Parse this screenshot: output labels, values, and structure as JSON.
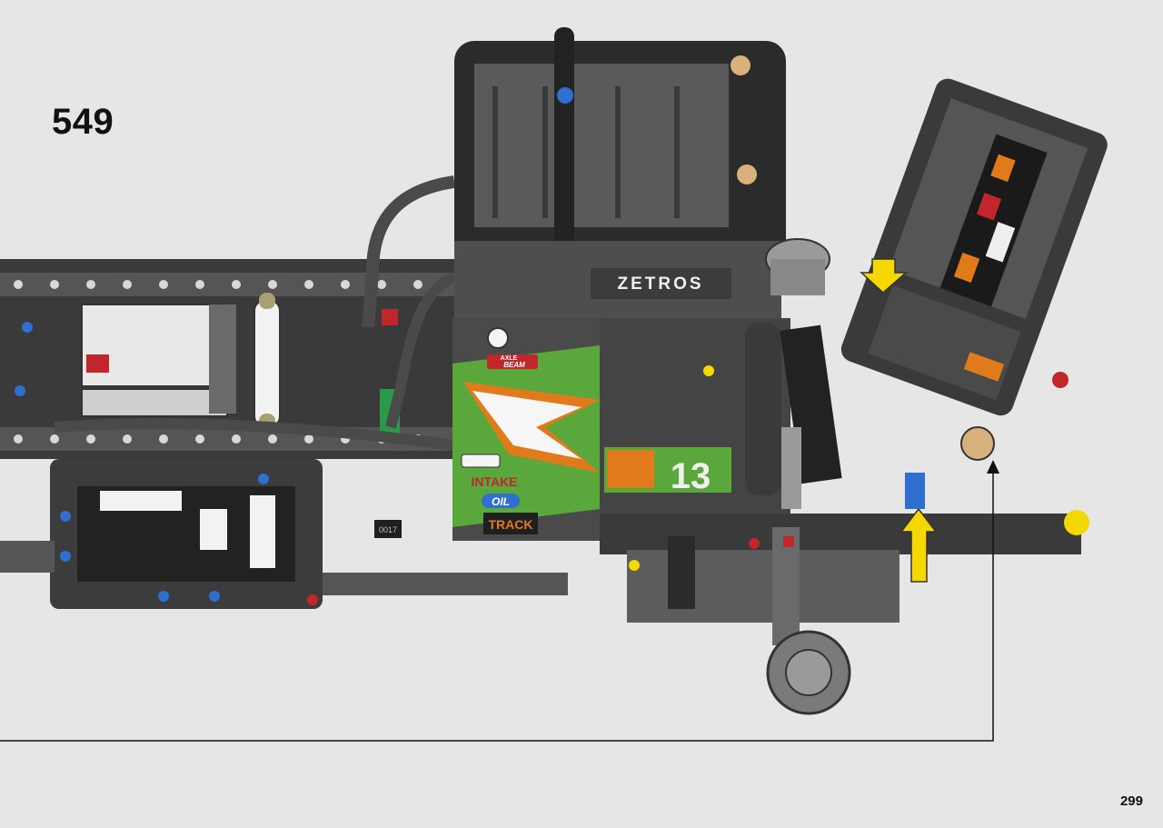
{
  "step": {
    "number": "549"
  },
  "page": {
    "number": "299"
  },
  "model": {
    "nameplate": "ZETROS",
    "sticker_texts": [
      "AXLE",
      "BEAM",
      "INTAKE",
      "OIL",
      "TRACK",
      "13",
      "0017"
    ]
  },
  "colors": {
    "background": "#e6e6e6",
    "frame_dark": "#2f2f2f",
    "frame_mid": "#5a5a5a",
    "frame_light": "#8a8a8a",
    "sticker_green": "#5aa83c",
    "sticker_orange": "#e07a1a",
    "callout_arrow": "#f5d800"
  }
}
